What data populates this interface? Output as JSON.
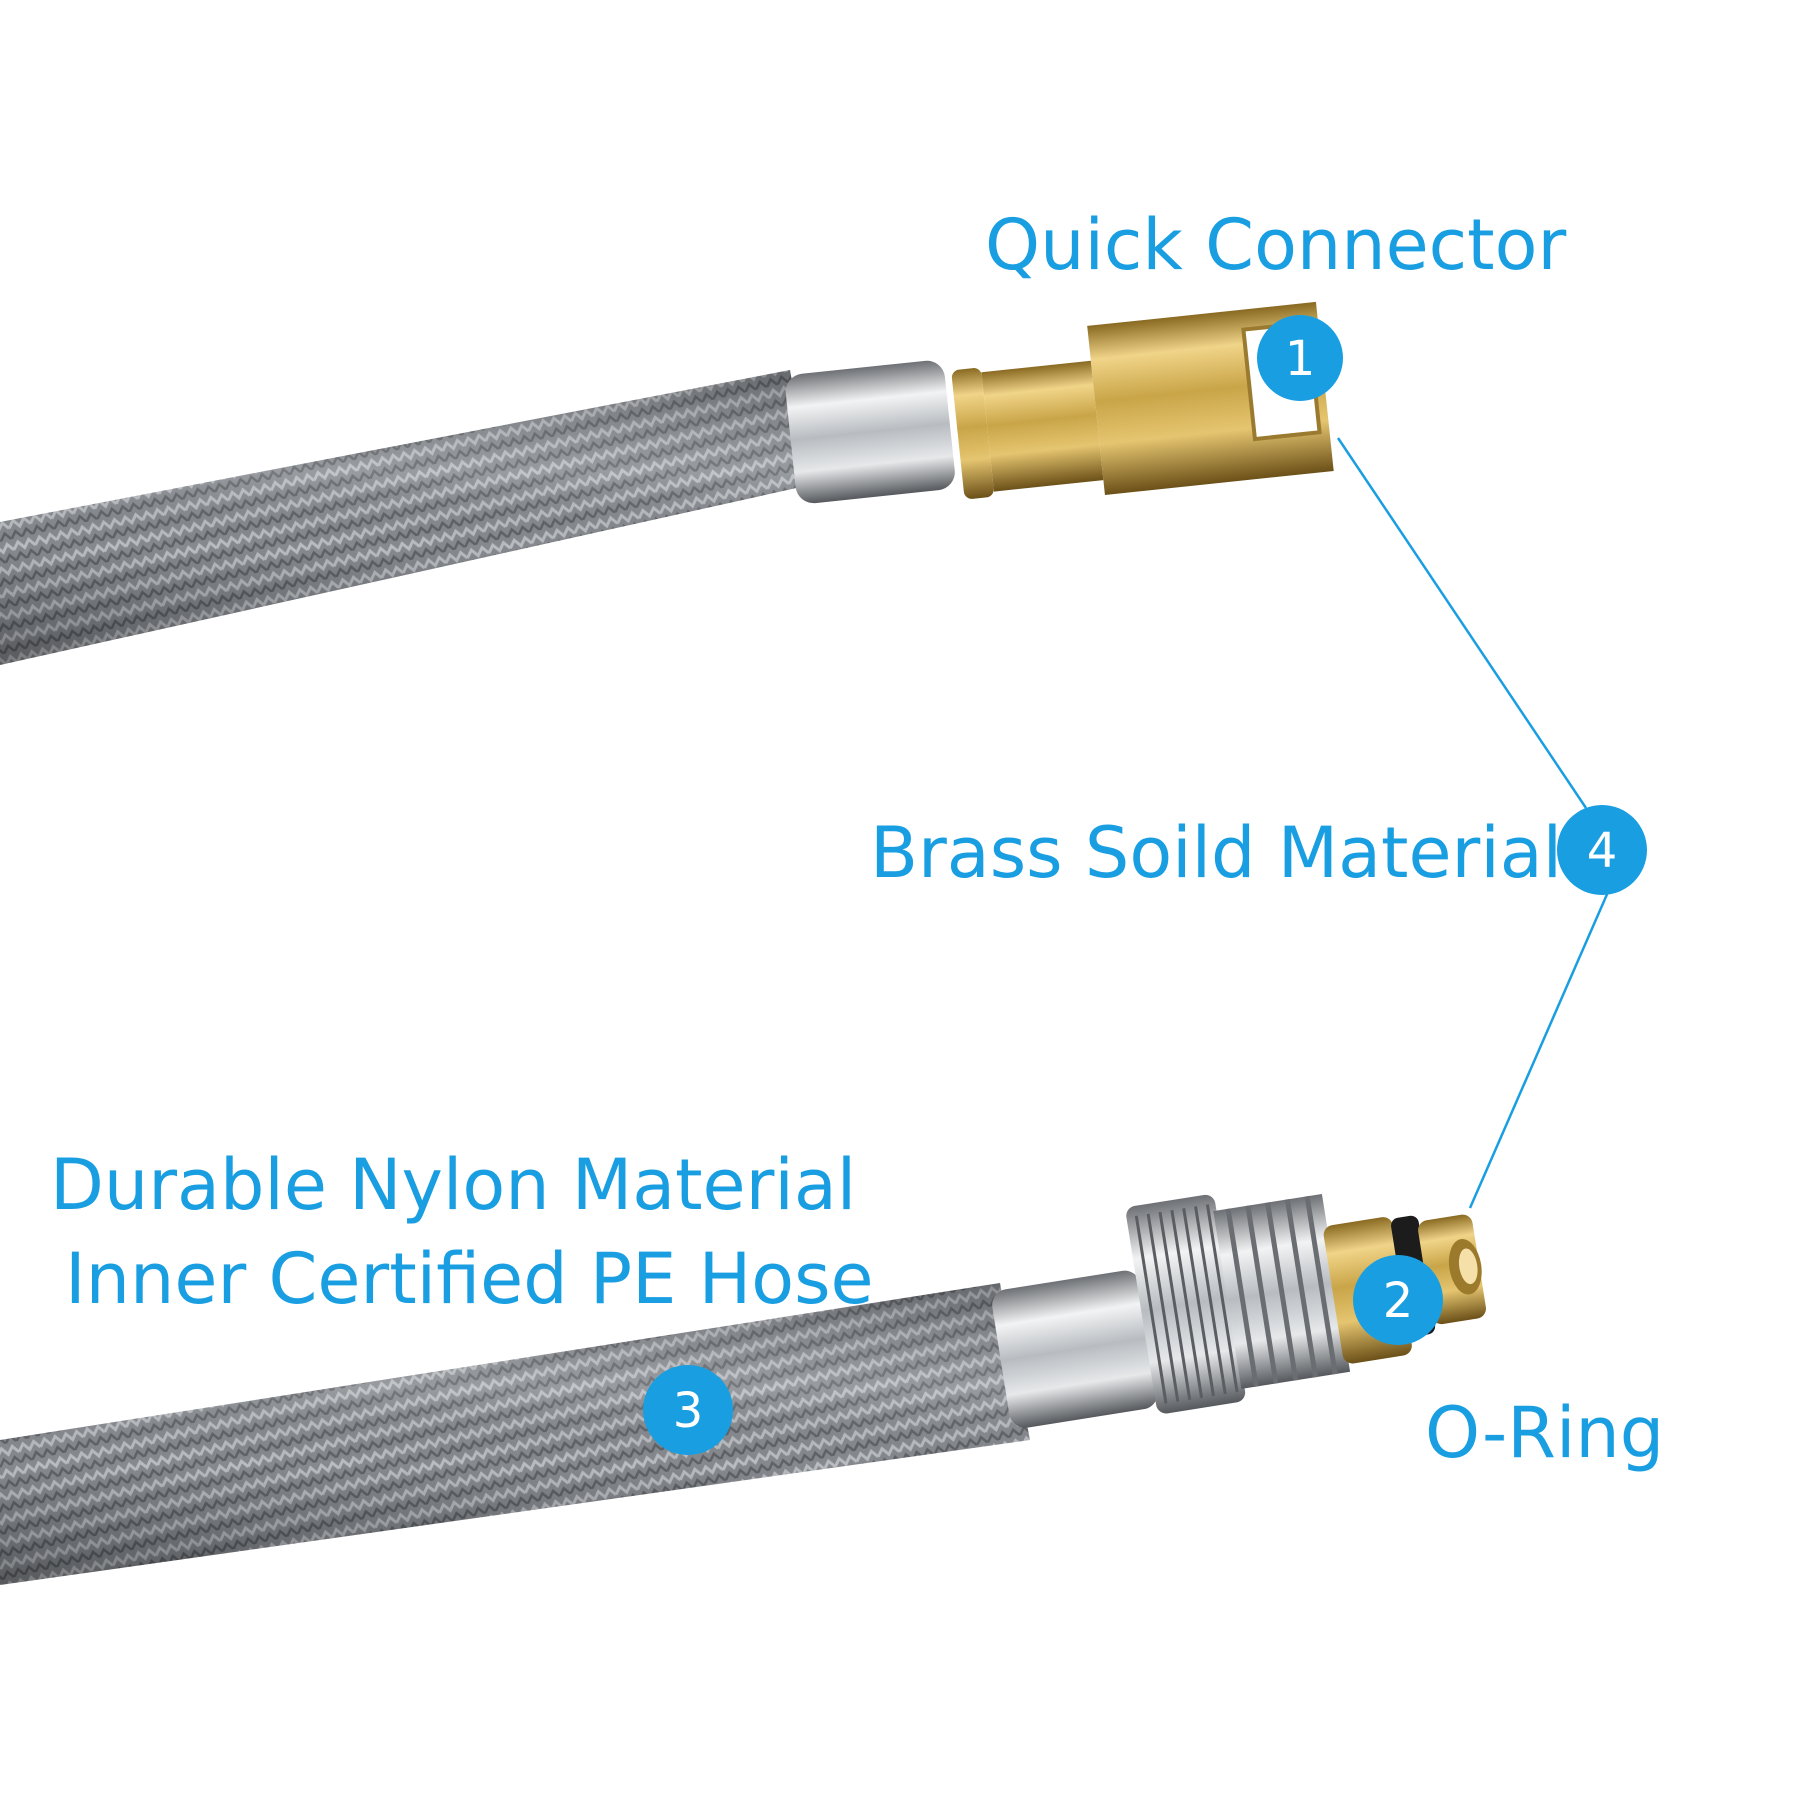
{
  "labels": {
    "quick_connector": "Quick Connector",
    "brass": "Brass Soild Material",
    "nylon_line1": "Durable Nylon Material",
    "nylon_line2": "Inner Certified PE Hose",
    "o_ring": "O-Ring"
  },
  "badges": {
    "b1": "1",
    "b2": "2",
    "b3": "3",
    "b4": "4"
  },
  "colors": {
    "accent": "#1a9ee2",
    "hose": "#8a8d91",
    "brass": "#c9a548",
    "chrome": "#c7cbcf"
  }
}
